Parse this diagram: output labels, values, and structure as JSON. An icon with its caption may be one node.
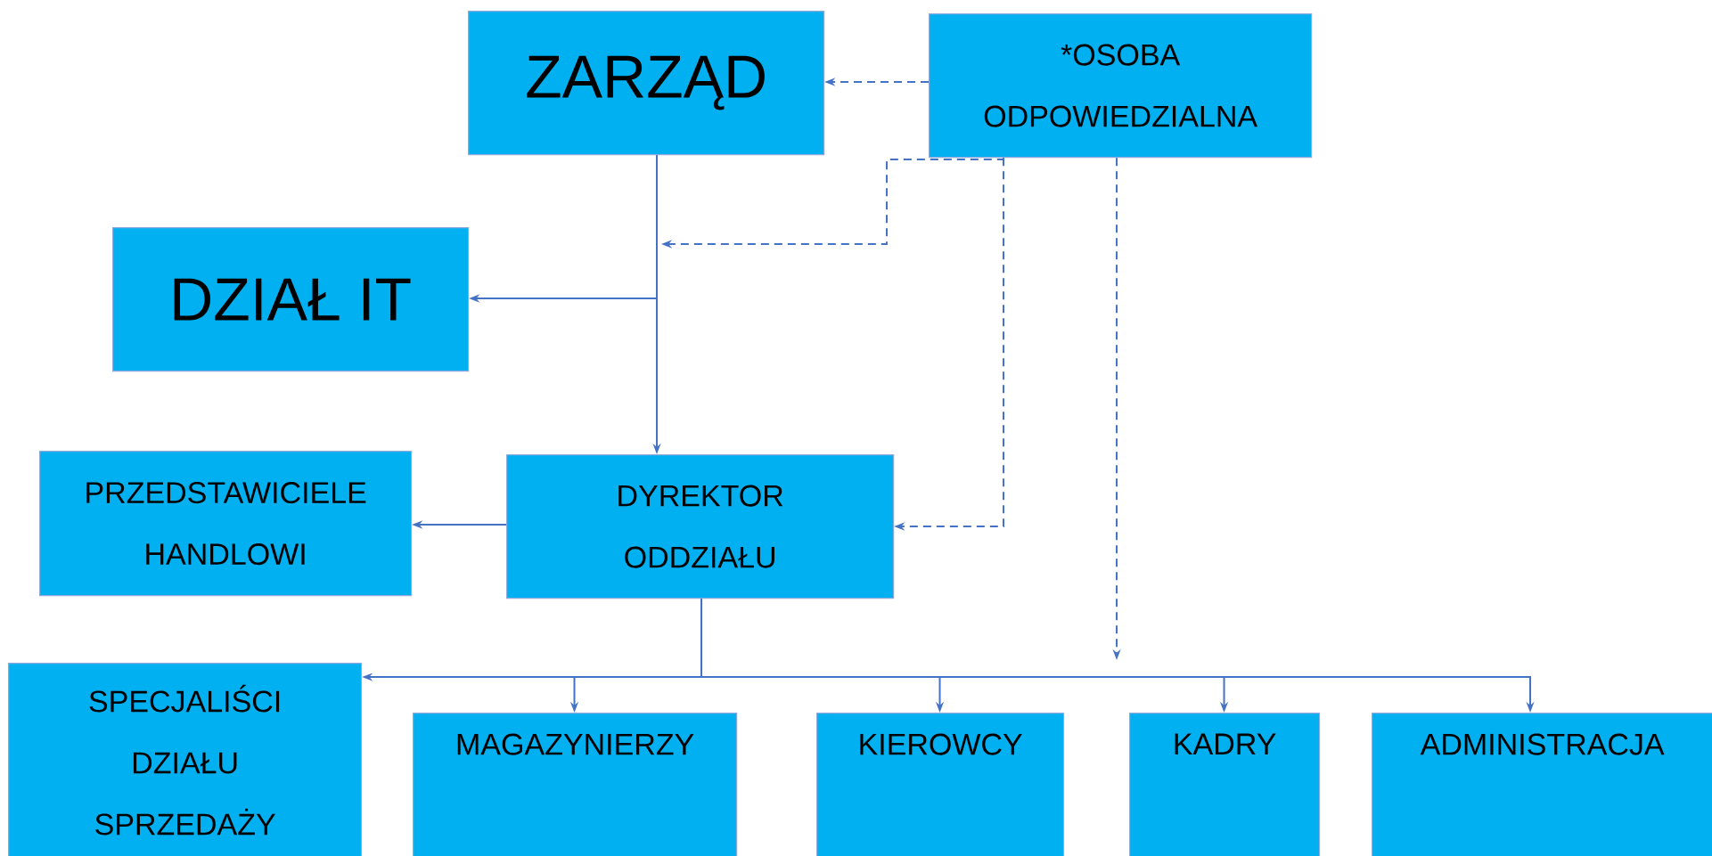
{
  "diagram": {
    "nodes": [
      {
        "text": [
          "ZARZĄD"
        ]
      },
      {
        "text": [
          "*OSOBA ODPOWIEDZIALNA"
        ]
      },
      {
        "text": [
          "DZIAŁ IT"
        ]
      },
      {
        "text": [
          "PRZEDSTAWICIELE HANDLOWI"
        ]
      },
      {
        "text": [
          "DYREKTOR ODDZIAŁU"
        ]
      },
      {
        "text": [
          "SPECJALIŚCI DZIAŁU SPRZEDAŻY"
        ]
      },
      {
        "text": [
          "MAGAZYNIERZY"
        ]
      },
      {
        "text": [
          "KIEROWCY"
        ]
      },
      {
        "text": [
          "KADRY"
        ]
      },
      {
        "text": [
          "ADMINISTRACJA"
        ]
      }
    ],
    "edges": [
      {
        "from": 1,
        "to": 0,
        "arrow": "to",
        "style": "dashed"
      },
      {
        "from": 0,
        "to": 4,
        "arrow": "to"
      },
      {
        "from": 0,
        "to": 2,
        "arrow": "to"
      },
      {
        "from": 1,
        "to": null,
        "arrow": "to",
        "style": "dashed"
      },
      {
        "from": 1,
        "to": 4,
        "arrow": "to",
        "style": "dashed"
      },
      {
        "from": 1,
        "to": null,
        "arrow": "to",
        "style": "dashed"
      },
      {
        "from": 4,
        "to": 3,
        "arrow": "to"
      },
      {
        "from": 4,
        "to": 5,
        "arrow": "to"
      },
      {
        "from": 4,
        "to": 6,
        "arrow": "to"
      },
      {
        "from": 4,
        "to": 7,
        "arrow": "to"
      },
      {
        "from": 4,
        "to": 8,
        "arrow": "to"
      },
      {
        "from": 4,
        "to": 9,
        "arrow": "to"
      }
    ]
  }
}
